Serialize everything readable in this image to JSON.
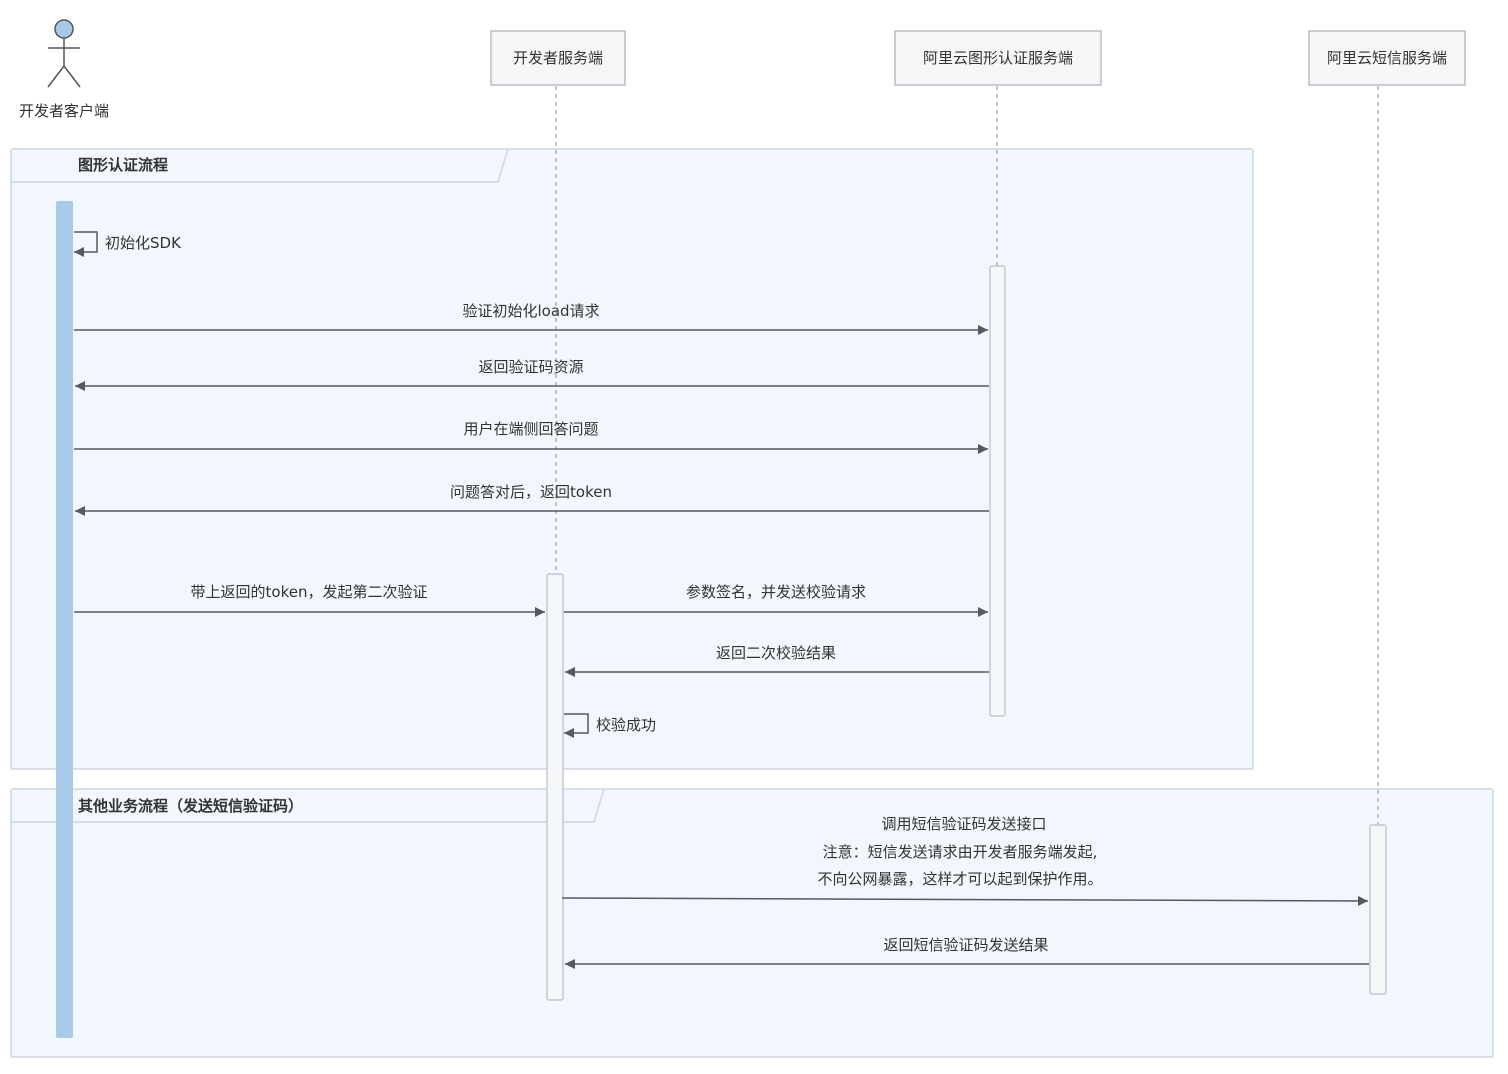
{
  "participants": {
    "client": "开发者客户端",
    "dev_server": "开发者服务端",
    "captcha_server": "阿里云图形认证服务端",
    "sms_server": "阿里云短信服务端"
  },
  "fragments": {
    "captcha_flow": "图形认证流程",
    "other_flow": "其他业务流程（发送短信验证码）"
  },
  "messages": {
    "init_sdk": "初始化SDK",
    "load_request": "验证初始化load请求",
    "return_resource": "返回验证码资源",
    "user_answer": "用户在端侧回答问题",
    "return_token": "问题答对后，返回token",
    "second_verify": "带上返回的token，发起第二次验证",
    "sign_request": "参数签名，并发送校验请求",
    "return_result": "返回二次校验结果",
    "verify_success": "校验成功",
    "sms_call_1": "调用短信验证码发送接口",
    "sms_call_2": "注意：短信发送请求由开发者服务端发起,",
    "sms_call_3": "不向公网暴露，这样才可以起到保护作用。",
    "sms_result": "返回短信验证码发送结果"
  },
  "colors": {
    "fragment_fill": "#f2f7fd",
    "fragment_border": "#cfd6dd",
    "activation_client": "#a9c9e8",
    "activation_box": "#f5f6f7",
    "arrow": "#555a60",
    "lifeline": "#9aa0a6",
    "actor_head": "#a9c9e8",
    "text": "#333333"
  }
}
